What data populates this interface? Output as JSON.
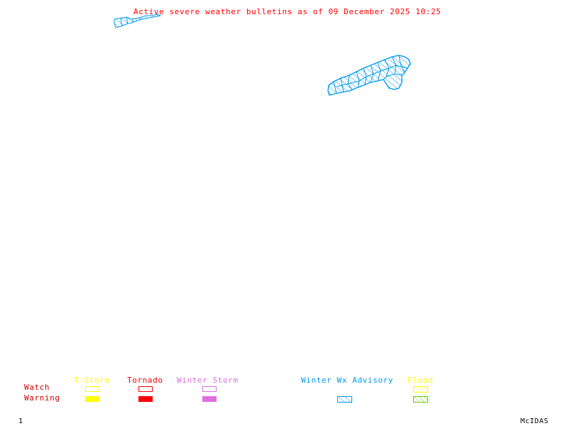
{
  "title": "Active severe weather bulletins as of 09 December 2025 10:25",
  "colors": {
    "title": "#ff0000",
    "advisory_area": "#0099ee",
    "tstorm": "#ffff00",
    "tornado": "#ff0000",
    "winter_storm": "#dd70dd",
    "winter_wx_advisory": "#0099ee",
    "flood_watch": "#ffff00",
    "flood_warning": "#66cc00",
    "row_label": "#cc0000",
    "footer": "#000000"
  },
  "map": {
    "areas": [
      {
        "name": "western-advisory-area",
        "type": "Winter Wx Advisory"
      },
      {
        "name": "eastern-advisory-area",
        "type": "Winter Wx Advisory"
      }
    ]
  },
  "legend": {
    "row_labels": {
      "watch": "Watch",
      "warning": "Warning"
    },
    "categories": [
      {
        "label": "T-Storm",
        "watch": true,
        "warning": true,
        "style": "solid"
      },
      {
        "label": "Tornado",
        "watch": true,
        "warning": true,
        "style": "solid"
      },
      {
        "label": "Winter Storm",
        "watch": true,
        "warning": true,
        "style": "solid"
      },
      {
        "label": "Winter Wx Advisory",
        "watch": false,
        "warning": true,
        "style": "hatched"
      },
      {
        "label": "Flood",
        "watch": true,
        "warning": true,
        "style": "hatched"
      }
    ]
  },
  "footer": {
    "frame_number": "1",
    "brand": "McIDAS"
  }
}
